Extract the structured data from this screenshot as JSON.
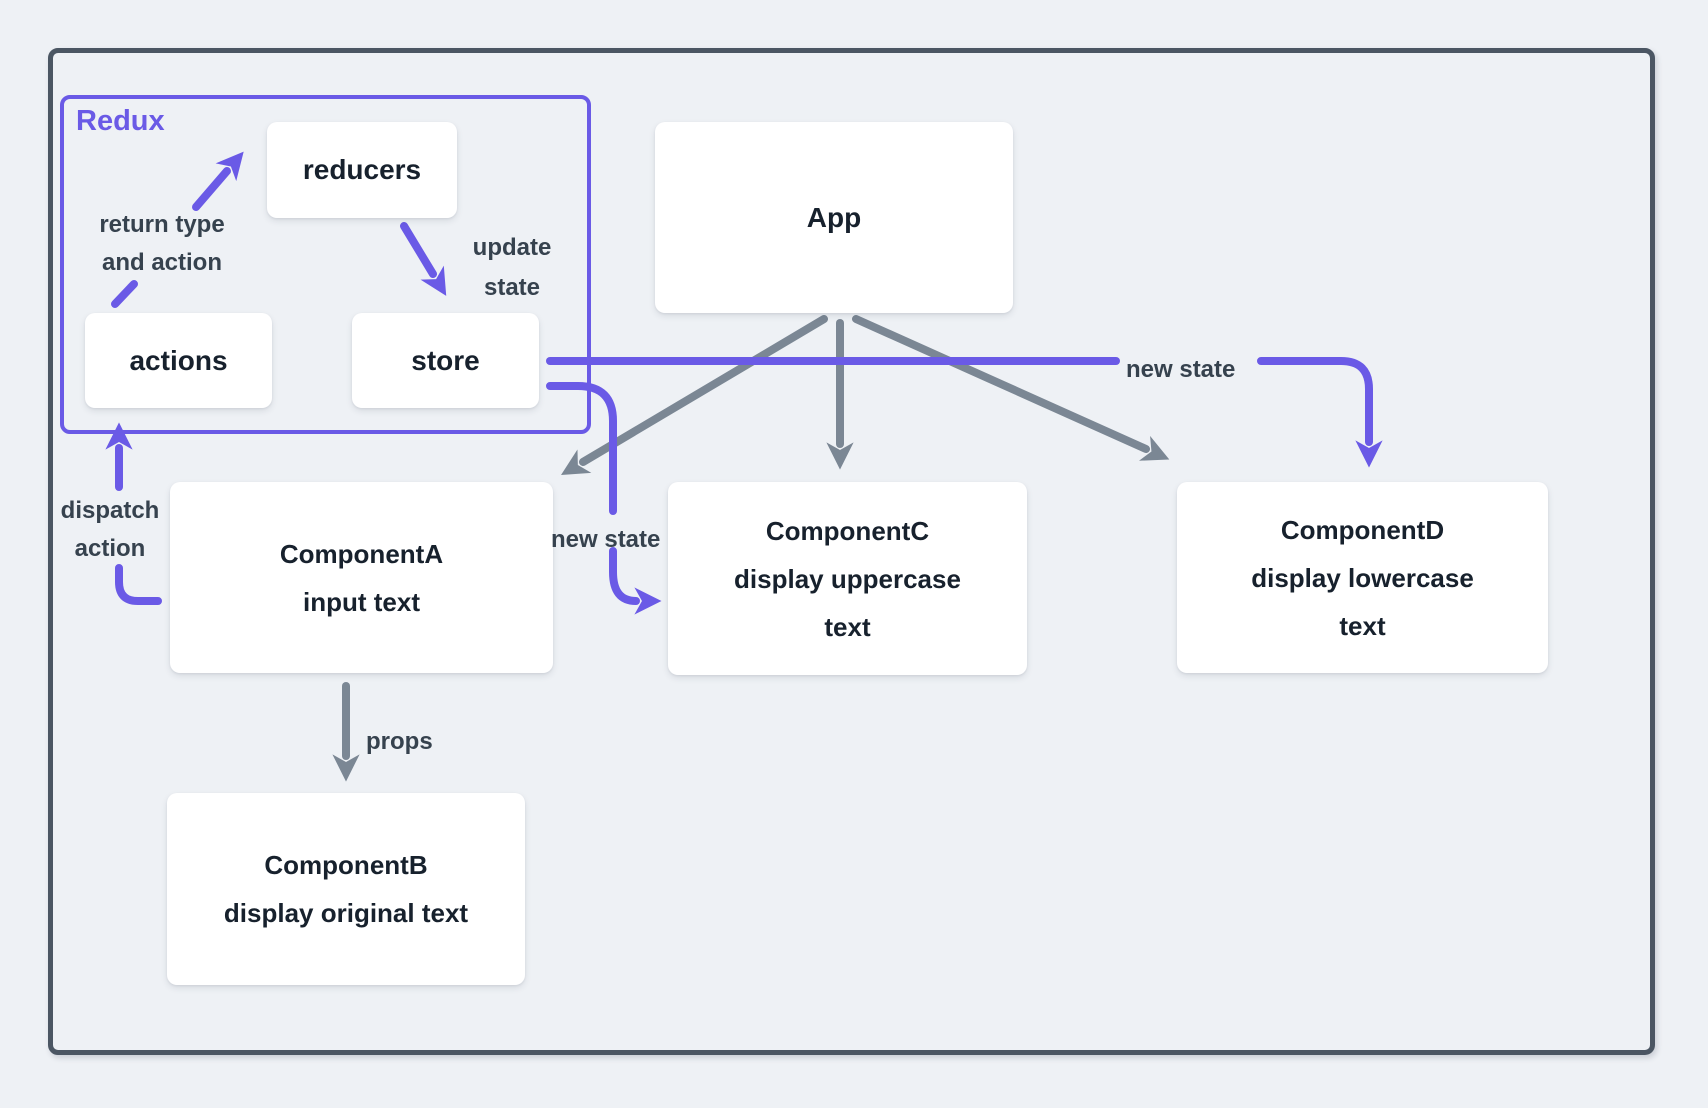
{
  "colors": {
    "background": "#eef1f5",
    "frame_border": "#4b5663",
    "accent_purple": "#6a5ae6",
    "arrow_gray": "#7b8794",
    "node_fill": "#ffffff",
    "node_text": "#17212d",
    "label_text": "#36424e"
  },
  "redux_group": {
    "label": "Redux"
  },
  "nodes": {
    "reducers": {
      "label": "reducers"
    },
    "actions": {
      "label": "actions"
    },
    "store": {
      "label": "store"
    },
    "app": {
      "label": "App"
    },
    "component_a": {
      "label": "ComponentA\ninput text"
    },
    "component_b": {
      "label": "ComponentB\ndisplay original text"
    },
    "component_c": {
      "label": "ComponentC\ndisplay uppercase\ntext"
    },
    "component_d": {
      "label": "ComponentD\ndisplay lowercase\ntext"
    }
  },
  "edge_labels": {
    "return_type_and_action": "return type\nand action",
    "update_state": "update\nstate",
    "dispatch_action": "dispatch\naction",
    "new_state_to_component_c": "new state",
    "new_state_to_component_d": "new state",
    "props": "props"
  }
}
